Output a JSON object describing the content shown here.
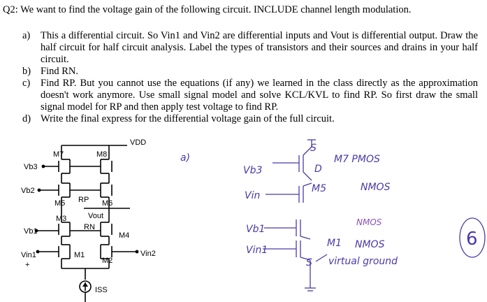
{
  "question": {
    "title": "Q2: We want to find the voltage gain of the following circuit. INCLUDE channel length modulation."
  },
  "items": [
    {
      "marker": "a)",
      "text": "This a differential circuit. So Vin1 and Vin2 are differential inputs and Vout is differential output. Draw the half circuit for half circuit analysis. Label the types of transistors and their sources and drains in your half circuit."
    },
    {
      "marker": "b)",
      "text": "Find RN."
    },
    {
      "marker": "c)",
      "text": "Find RP. But you cannot use the equations (if any) we learned in the class directly as the approximation doesn't work anymore. Use small signal model and solve KCL/KVL to find RP. So first draw the small signal model for RP and then apply test voltage to find RP."
    },
    {
      "marker": "d)",
      "text": "Write the final express for the differential voltage gain of the full circuit."
    }
  ],
  "circuit": {
    "vdd": "VDD",
    "m7": "M7",
    "m8": "M8",
    "vb3": "Vb3",
    "vb2": "Vb2",
    "rp": "RP",
    "m5": "M5",
    "m6": "M6",
    "m3": "M3",
    "m4": "M4",
    "rn": "RN",
    "vout": "Vout",
    "vb1": "Vb1",
    "vin1": "Vin1",
    "vin2": "Vin2",
    "m1": "M1",
    "m2": "M2",
    "iss": "ISS",
    "plus": "+"
  },
  "handwriting": {
    "part": "a)",
    "vb3": "Vb3",
    "m7": "M7  PMOS",
    "vin": "Vin",
    "m5": "M5",
    "nmos_top": "NMOS",
    "vb1": "Vb1",
    "nmos_mid": "NMOS",
    "vin1": "Vin1",
    "m1": "M1",
    "nmos_bot": "NMOS",
    "virtual_ground": "virtual ground",
    "s": "S",
    "d": "D",
    "score": "6"
  }
}
